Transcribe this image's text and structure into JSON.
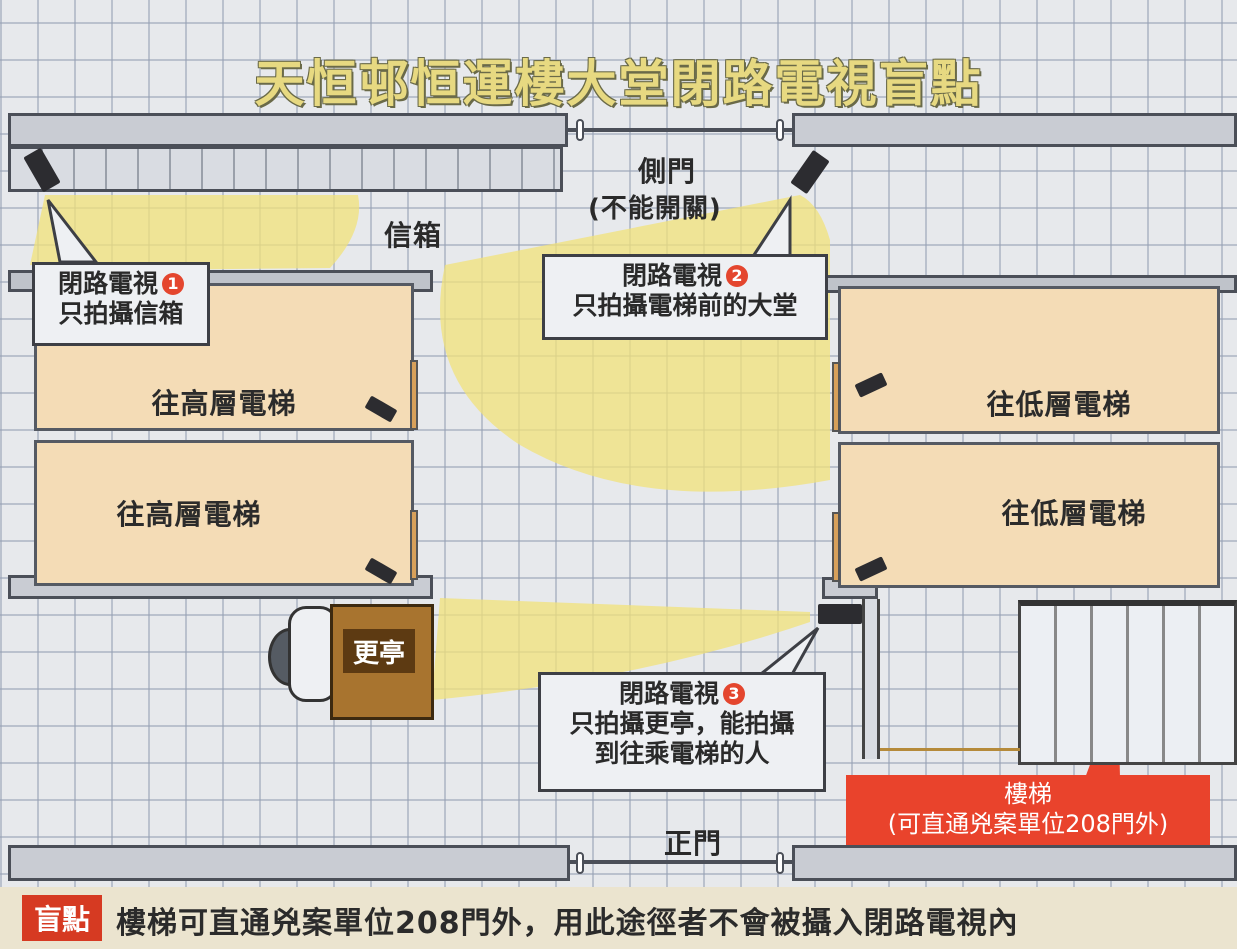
{
  "title": "天恒邨恒運樓大堂閉路電視盲點",
  "labels": {
    "mailbox": "信箱",
    "side_door": "側門",
    "side_door_note": "(不能開關)",
    "main_door": "正門",
    "kiosk": "更亭"
  },
  "elevators": {
    "high_1": "往高層電梯",
    "high_2": "往高層電梯",
    "low_1": "往低層電梯",
    "low_2": "往低層電梯"
  },
  "cameras": [
    {
      "title": "閉路電視",
      "number": "1",
      "desc": "只拍攝信箱",
      "desc2": ""
    },
    {
      "title": "閉路電視",
      "number": "2",
      "desc": "只拍攝電梯前的大堂",
      "desc2": ""
    },
    {
      "title": "閉路電視",
      "number": "3",
      "desc": "只拍攝更亭，能拍攝",
      "desc2": "到往乘電梯的人"
    }
  ],
  "stairs": {
    "title": "樓梯",
    "desc": "(可直通兇案單位208門外)"
  },
  "blind_spot": {
    "tag": "盲點",
    "text": "樓梯可直通兇案單位208門外，用此途徑者不會被攝入閉路電視內"
  },
  "colors": {
    "camera_coverage": "#f2e27a",
    "elevator_fill": "#f4dcb6",
    "kiosk_fill": "#a8742f",
    "alert_red": "#e4462e",
    "title_yellow": "#e7d981"
  }
}
